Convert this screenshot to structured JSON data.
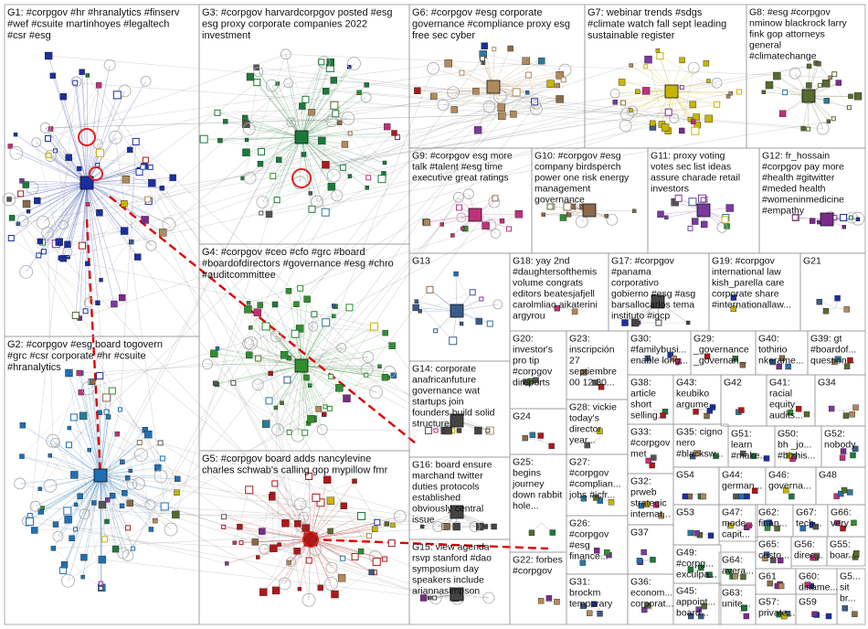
{
  "graph": {
    "groups": [
      {
        "id": "G1",
        "lines": [
          "G1: #corpgov #hr #hranalytics #finserv",
          "#wef #csuite martinhoyes #legaltech",
          "#csr #esg"
        ],
        "color": "#1a2fa0"
      },
      {
        "id": "G2",
        "lines": [
          "G2: #corpgov #esg board togovern",
          "#grc #csr corporate #hr #csuite",
          "#hranalytics"
        ],
        "color": "#1f6fb5"
      },
      {
        "id": "G3",
        "lines": [
          "G3: #corpgov harvardcorpgov posted #esg",
          "esg proxy corporate companies 2022",
          "investment"
        ],
        "color": "#1a7a3a"
      },
      {
        "id": "G4",
        "lines": [
          "G4: #corpgov #ceo #cfo #grc #board",
          "#boardofdirectors #governance #esg #chro",
          "#auditcommittee"
        ],
        "color": "#2f8f2f"
      },
      {
        "id": "G5",
        "lines": [
          "G5: #corpgov board adds nancylevine",
          "charles schwab's calling gop mypillow fmr"
        ],
        "color": "#b01818"
      },
      {
        "id": "G6",
        "lines": [
          "G6: #corpgov #esg corporate",
          "governance #compliance proxy esg",
          "free sec cyber"
        ],
        "color": "#b08a5a"
      },
      {
        "id": "G7",
        "lines": [
          "G7: webinar trends #sdgs",
          "#climate watch fall sept leading",
          "sustainable register"
        ],
        "color": "#c8b400"
      },
      {
        "id": "G8",
        "lines": [
          "G8: #esg #corpgov",
          "nminow blackrock larry",
          "fink gop attorneys",
          "general",
          "#climatechange"
        ],
        "color": "#556b2f"
      },
      {
        "id": "G9",
        "lines": [
          "G9: #corpgov esg more",
          "talk #talent #esg time",
          "executive great ratings"
        ],
        "color": "#c0307a"
      },
      {
        "id": "G10",
        "lines": [
          "G10: #corpgov #esg",
          "company birdsperch",
          "power one risk energy",
          "management",
          "governance"
        ],
        "color": "#8a6a4a"
      },
      {
        "id": "G11",
        "lines": [
          "G11: proxy voting",
          "votes sec list ideas",
          "assure charade retail",
          "investors"
        ],
        "color": "#7a3aa0"
      },
      {
        "id": "G12",
        "lines": [
          "G12: fr_hossain",
          "#corpgov pay more",
          "#health #gitwitter",
          "#meded health",
          "#womeninmedicine",
          "#empathy"
        ],
        "color": "#7a2a8a"
      },
      {
        "id": "G13",
        "lines": [
          "G13"
        ],
        "color": "#3a5a8a"
      },
      {
        "id": "G14",
        "lines": [
          "G14: corporate",
          "anafricanfuture",
          "governance wat",
          "startups join",
          "founders build solid",
          "structure"
        ],
        "color": "#444444"
      },
      {
        "id": "G15",
        "lines": [
          "G15: view agenda",
          "rsvp stanford #dao",
          "symposium day",
          "speakers include",
          "ariannasimpson"
        ],
        "color": "#444444"
      },
      {
        "id": "G16",
        "lines": [
          "G16: board ensure",
          "marchand twitter",
          "duties protocols",
          "established",
          "obviously central",
          "issue"
        ],
        "color": "#444444"
      },
      {
        "id": "G17",
        "lines": [
          "G17: #corpgov",
          "#panama",
          "corporativo",
          "gobierno #esg #asg",
          "barsallocarlos tema",
          "instituto #igcp"
        ],
        "color": "#444444"
      },
      {
        "id": "G18",
        "lines": [
          "G18: yay 2nd",
          "#daughtersofthemis",
          "volume congrats",
          "editors beatesjafjell",
          "carolmliao aikaterini",
          "argyrou"
        ],
        "color": "#444444"
      },
      {
        "id": "G19",
        "lines": [
          "G19: #corpgov",
          "international law",
          "kish_parella care",
          "corporate share",
          "#internationallaw..."
        ],
        "color": "#444444"
      },
      {
        "id": "G20",
        "lines": [
          "G20:",
          "investor's",
          "pro tip",
          "#corpgov",
          "direports"
        ],
        "color": "#444444"
      },
      {
        "id": "G21",
        "lines": [
          "G21"
        ],
        "color": "#444444"
      },
      {
        "id": "G22",
        "lines": [
          "G22: forbes",
          "#corpgov"
        ],
        "color": "#444444"
      },
      {
        "id": "G23",
        "lines": [
          "G23:",
          "inscripción",
          "27",
          "septiembre",
          "00 12 30..."
        ],
        "color": "#444444"
      },
      {
        "id": "G24",
        "lines": [
          "G24"
        ],
        "color": "#444444"
      },
      {
        "id": "G25",
        "lines": [
          "G25:",
          "begins",
          "journey",
          "down rabbit",
          "hole..."
        ],
        "color": "#444444"
      },
      {
        "id": "G26",
        "lines": [
          "G26:",
          "#corpgov",
          "#esg",
          "finance..."
        ],
        "color": "#444444"
      },
      {
        "id": "G27",
        "lines": [
          "G27:",
          "#corpgov",
          "#complian...",
          "jobs #icfr..."
        ],
        "color": "#444444"
      },
      {
        "id": "G28",
        "lines": [
          "G28: vickie",
          "today's",
          "director",
          "year..."
        ],
        "color": "#444444"
      },
      {
        "id": "G29",
        "lines": [
          "G29:",
          "_governance",
          "_governan..."
        ],
        "color": "#444444"
      },
      {
        "id": "G30",
        "lines": [
          "G30:",
          "#familybusi...",
          "enable long..."
        ],
        "color": "#444444"
      },
      {
        "id": "G31",
        "lines": [
          "G31:",
          "brockm",
          "temporary"
        ],
        "color": "#444444"
      },
      {
        "id": "G32",
        "lines": [
          "G32:",
          "prweb",
          "strategic",
          "internat..."
        ],
        "color": "#444444"
      },
      {
        "id": "G33",
        "lines": [
          "G33:",
          "#corpgov",
          "met"
        ],
        "color": "#444444"
      },
      {
        "id": "G34",
        "lines": [
          "G34"
        ],
        "color": "#444444"
      },
      {
        "id": "G35",
        "lines": [
          "G35: cigno",
          "nero",
          "#blacksw..."
        ],
        "color": "#444444"
      },
      {
        "id": "G36",
        "lines": [
          "G36:",
          "econom...",
          "corporat..."
        ],
        "color": "#444444"
      },
      {
        "id": "G37",
        "lines": [
          "G37"
        ],
        "color": "#444444"
      },
      {
        "id": "G38",
        "lines": [
          "G38:",
          "article",
          "short",
          "selling..."
        ],
        "color": "#444444"
      },
      {
        "id": "G39",
        "lines": [
          "G39: gt",
          "#boardof...",
          "question..."
        ],
        "color": "#444444"
      },
      {
        "id": "G40",
        "lines": [
          "G40:",
          "tothirio",
          "nkerame..."
        ],
        "color": "#444444"
      },
      {
        "id": "G41",
        "lines": [
          "G41:",
          "racial",
          "equity",
          "audits..."
        ],
        "color": "#444444"
      },
      {
        "id": "G42",
        "lines": [
          "G42"
        ],
        "color": "#444444"
      },
      {
        "id": "G43",
        "lines": [
          "G43:",
          "keubiko",
          "argume..."
        ],
        "color": "#444444"
      },
      {
        "id": "G44",
        "lines": [
          "G44:",
          "german..."
        ],
        "color": "#444444"
      },
      {
        "id": "G45",
        "lines": [
          "G45:",
          "appoint...",
          "board..."
        ],
        "color": "#444444"
      },
      {
        "id": "G46",
        "lines": [
          "G46:",
          "governa..."
        ],
        "color": "#444444"
      },
      {
        "id": "G47",
        "lines": [
          "G47:",
          "mode...",
          "capit..."
        ],
        "color": "#444444"
      },
      {
        "id": "G48",
        "lines": [
          "G48"
        ],
        "color": "#444444"
      },
      {
        "id": "G49",
        "lines": [
          "G49:",
          "#corpg...",
          "exculpa..."
        ],
        "color": "#444444"
      },
      {
        "id": "G50",
        "lines": [
          "G50:",
          "bh _jo...",
          "#bizhis..."
        ],
        "color": "#444444"
      },
      {
        "id": "G51",
        "lines": [
          "G51:",
          "learn",
          "#make..."
        ],
        "color": "#444444"
      },
      {
        "id": "G52",
        "lines": [
          "G52:",
          "nobody"
        ],
        "color": "#444444"
      },
      {
        "id": "G53",
        "lines": [
          "G53"
        ],
        "color": "#444444"
      },
      {
        "id": "G54",
        "lines": [
          "G54"
        ],
        "color": "#444444"
      },
      {
        "id": "G55",
        "lines": [
          "G55:",
          "boar..."
        ],
        "color": "#444444"
      },
      {
        "id": "G56",
        "lines": [
          "G56:",
          "direc..."
        ],
        "color": "#444444"
      },
      {
        "id": "G57",
        "lines": [
          "G57:",
          "private..."
        ],
        "color": "#444444"
      },
      {
        "id": "G58",
        "lines": [
          "G5...",
          "sit",
          "br..."
        ],
        "color": "#444444"
      },
      {
        "id": "G59",
        "lines": [
          "G59"
        ],
        "color": "#444444"
      },
      {
        "id": "G60",
        "lines": [
          "G60:",
          "diname..."
        ],
        "color": "#444444"
      },
      {
        "id": "G61",
        "lines": [
          "G61"
        ],
        "color": "#444444"
      },
      {
        "id": "G62",
        "lines": [
          "G62:",
          "finan..."
        ],
        "color": "#444444"
      },
      {
        "id": "G63",
        "lines": [
          "G63:",
          "unite..."
        ],
        "color": "#444444"
      },
      {
        "id": "G64",
        "lines": [
          "G64:",
          "avera..."
        ],
        "color": "#444444"
      },
      {
        "id": "G65",
        "lines": [
          "G65:",
          "custo..."
        ],
        "color": "#444444"
      },
      {
        "id": "G66",
        "lines": [
          "G66:",
          "very"
        ],
        "color": "#444444"
      },
      {
        "id": "G67",
        "lines": [
          "G67:",
          "tech..."
        ],
        "color": "#444444"
      }
    ]
  }
}
